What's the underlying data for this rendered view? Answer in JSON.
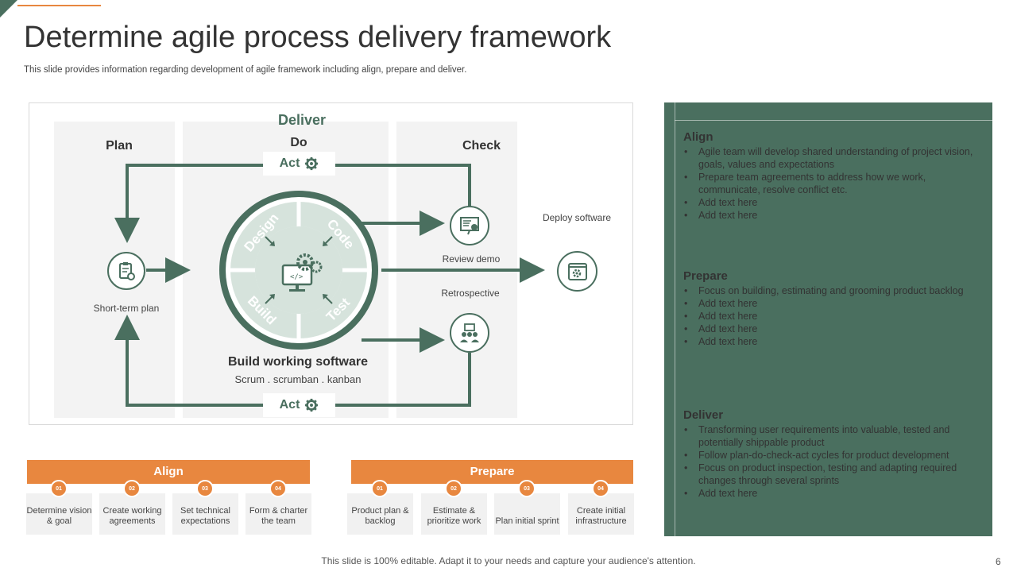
{
  "title": "Determine agile process delivery framework",
  "subtitle": "This slide provides information regarding development of agile framework including align, prepare and deliver.",
  "diagram": {
    "deliver_label": "Deliver",
    "plan_label": "Plan",
    "do_label": "Do",
    "check_label": "Check",
    "act_label": "Act",
    "short_term_plan": "Short-term plan",
    "wheel_labels": [
      "Design",
      "Code",
      "Build",
      "Test"
    ],
    "build_title": "Build working software",
    "build_methods": "Scrum . scrumban . kanban",
    "review_demo": "Review  demo",
    "retrospective": "Retrospective",
    "deploy": "Deploy software"
  },
  "right_panel": {
    "sections": [
      {
        "title": "Align",
        "items": [
          "Agile team will develop  shared understanding of project vision, goals, values  and expectations",
          "Prepare  team agreements to address how we work, communicate, resolve  conflict etc.",
          "Add text here",
          "Add text here"
        ]
      },
      {
        "title": "Prepare",
        "items": [
          "Focus on building,  estimating and grooming product backlog",
          "Add text here",
          "Add text here",
          "Add text here",
          "Add text here"
        ]
      },
      {
        "title": "Deliver",
        "items": [
          "Transforming  user requirements  into valuable,  tested and potentially shippable product",
          "Follow plan-do-check-act  cycles for product development",
          "Focus on product inspection, testing and adapting required changes through several  sprints",
          "Add text here"
        ]
      }
    ]
  },
  "align_steps": {
    "title": "Align",
    "steps": [
      {
        "num": "01",
        "label": "Determine vision & goal"
      },
      {
        "num": "02",
        "label": "Create working agreements"
      },
      {
        "num": "03",
        "label": "Set technical expectations"
      },
      {
        "num": "04",
        "label": "Form & charter the team"
      }
    ]
  },
  "prepare_steps": {
    "title": "Prepare",
    "steps": [
      {
        "num": "01",
        "label": "Product plan & backlog"
      },
      {
        "num": "02",
        "label": "Estimate & prioritize work"
      },
      {
        "num": "03",
        "label": "Plan initial sprint"
      },
      {
        "num": "04",
        "label": "Create initial infrastructure"
      }
    ]
  },
  "footer": "This slide is 100% editable. Adapt it to your needs and capture your audience's attention.",
  "page_number": "6",
  "colors": {
    "green": "#4a6f5f",
    "light_green": "#d6e3dc",
    "orange": "#e8873f"
  },
  "icons": [
    "gear-icon",
    "clipboard-icon",
    "computer-gears-icon",
    "presentation-icon",
    "meeting-icon",
    "settings-window-icon"
  ]
}
